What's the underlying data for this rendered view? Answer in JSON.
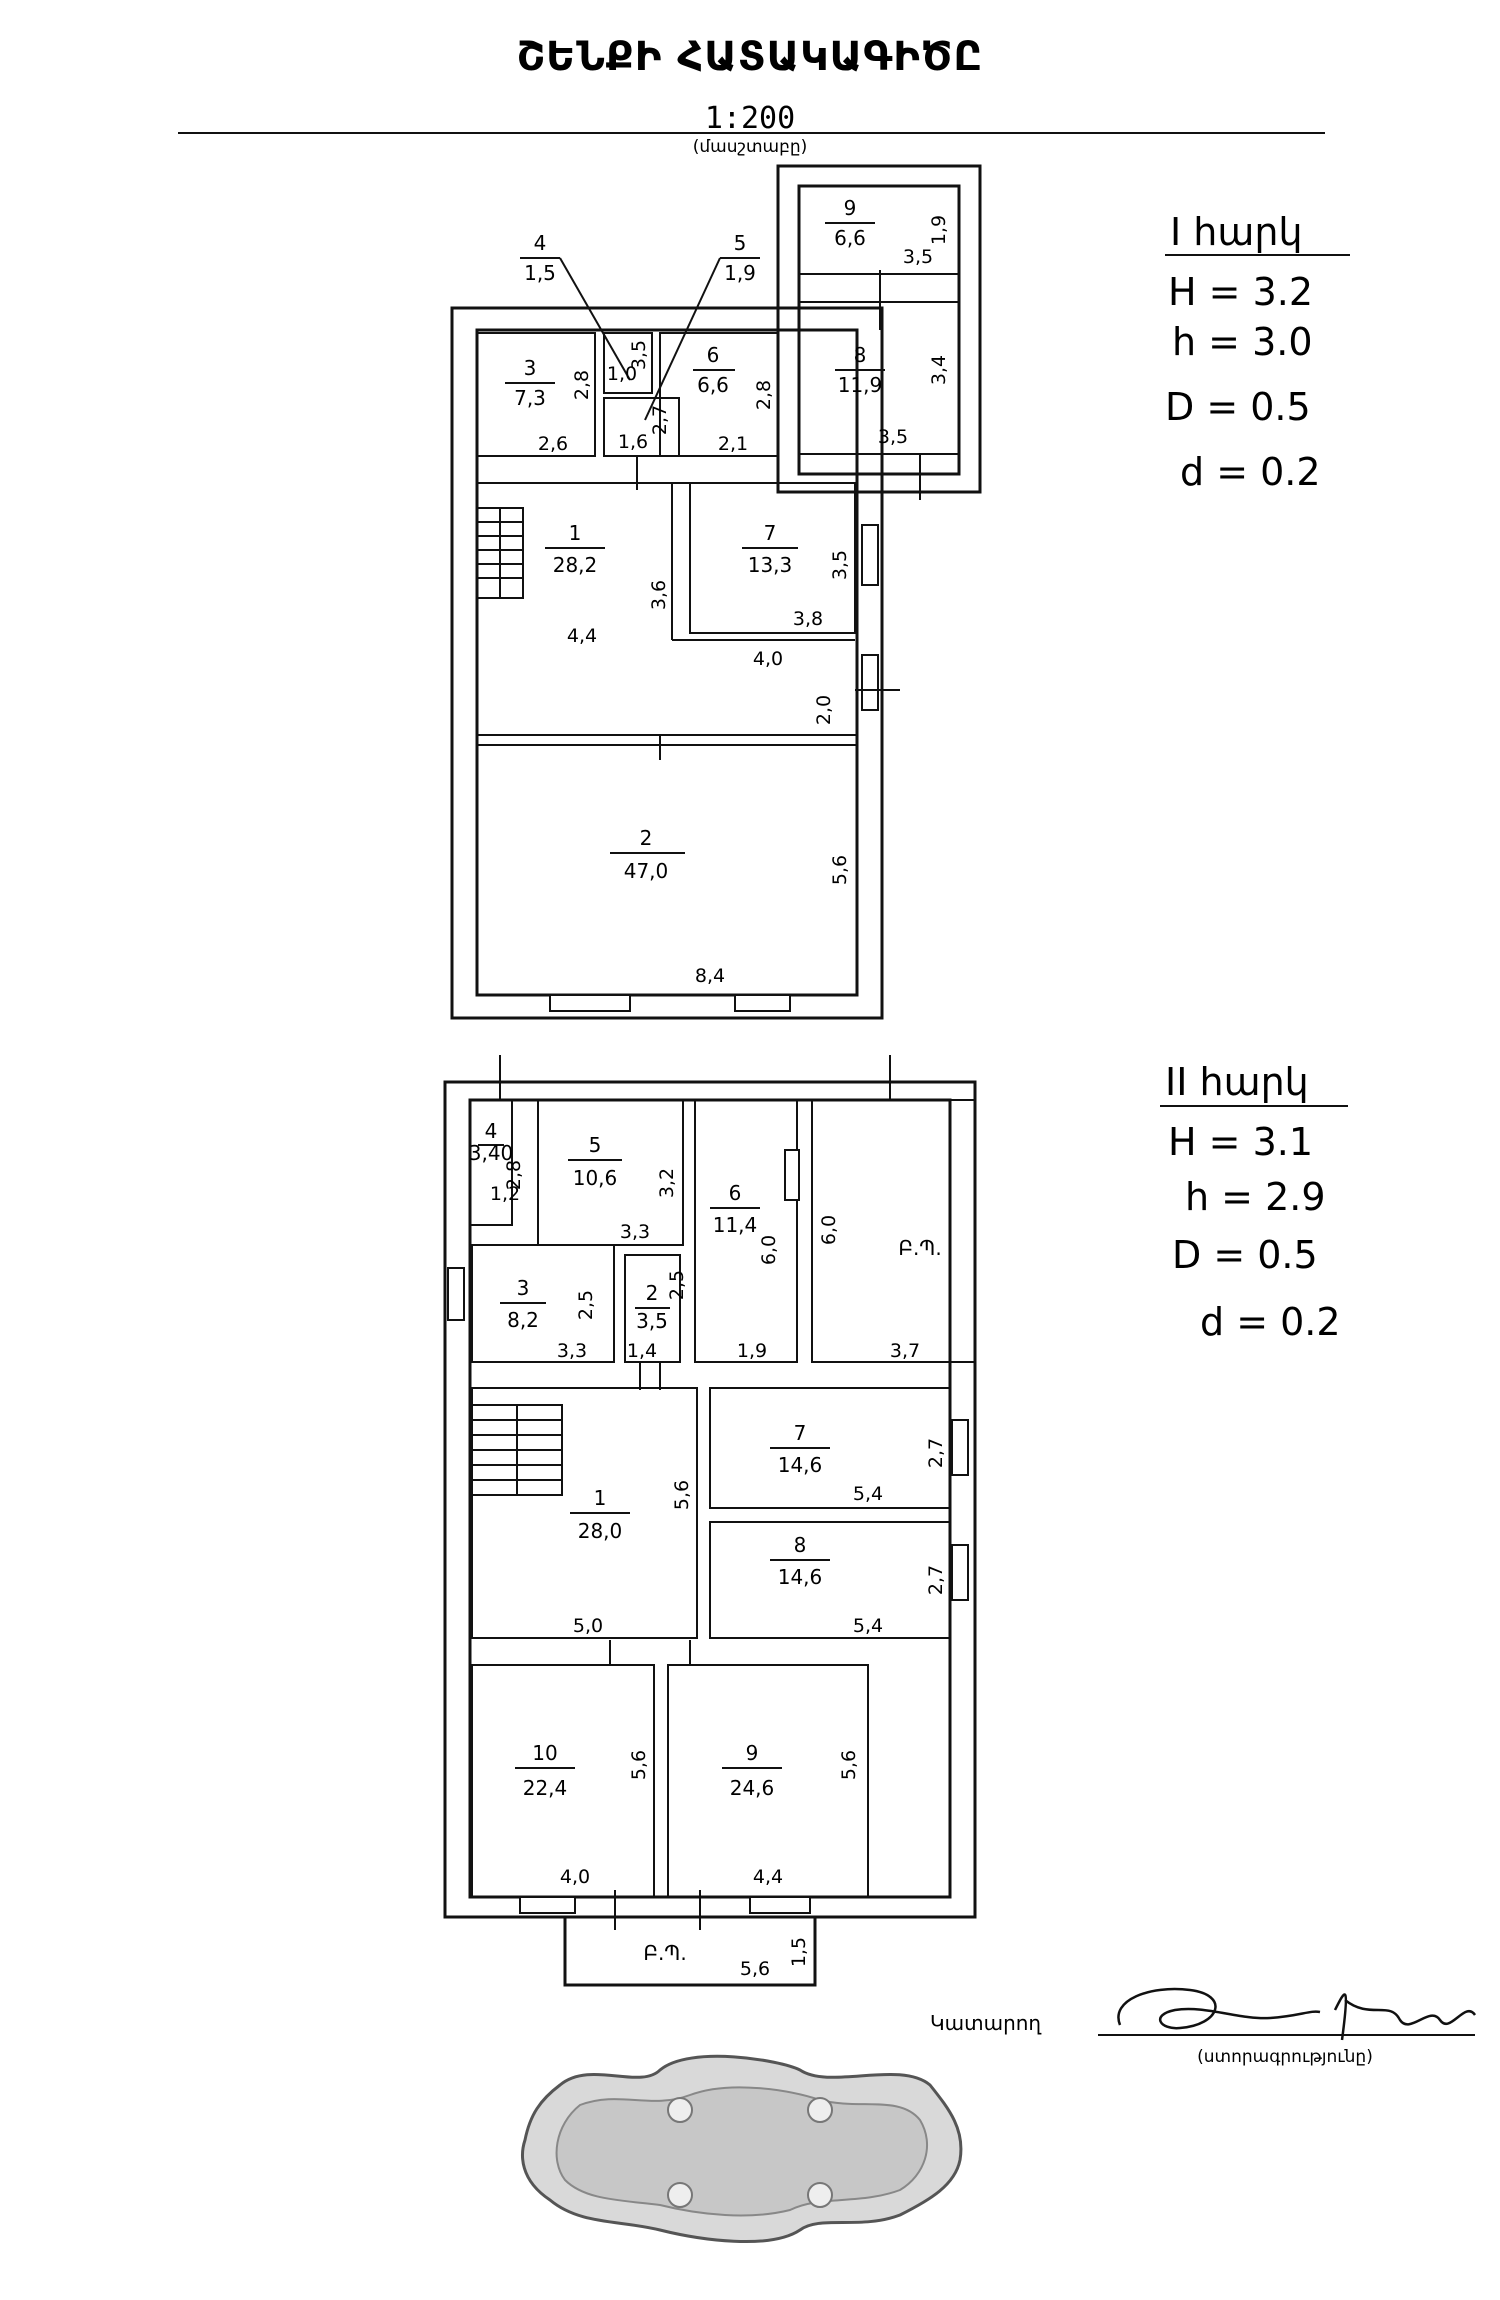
{
  "header": {
    "title": "ՇԵՆՔԻ ՀԱՏԱԿԱԳԻԾԸ",
    "scale": "1:200",
    "scale_caption": "(մասշտաբը)"
  },
  "floor1": {
    "label": "I հարկ",
    "params": [
      "H = 3.2",
      "h = 3.0",
      "D = 0.5",
      "d = 0.2"
    ],
    "rooms": {
      "r1": {
        "no": "1",
        "area": "28,2"
      },
      "r2": {
        "no": "2",
        "area": "47,0"
      },
      "r3": {
        "no": "3",
        "area": "7,3"
      },
      "r4": {
        "no": "4",
        "area": "1,5"
      },
      "r5": {
        "no": "5",
        "area": "1,9"
      },
      "r6": {
        "no": "6",
        "area": "6,6"
      },
      "r7": {
        "no": "7",
        "area": "13,3"
      },
      "r8": {
        "no": "8",
        "area": "11,9"
      },
      "r9": {
        "no": "9",
        "area": "6,6"
      }
    },
    "dims": {
      "d1": "2,8",
      "d2": "2,6",
      "d3": "1,0",
      "d4": "3,5",
      "d5": "2,7",
      "d6": "1,6",
      "d7": "2,1",
      "d8": "2,8",
      "d9": "3,5",
      "d10": "1,9",
      "d11": "3,4",
      "d12": "3,5",
      "d13": "3,6",
      "d14": "3,5",
      "d15": "3,8",
      "d16": "4,4",
      "d17": "4,0",
      "d18": "2,0",
      "d19": "5,6",
      "d20": "8,4"
    }
  },
  "floor2": {
    "label": "II հարկ",
    "params": [
      "H = 3.1",
      "h = 2.9",
      "D = 0.5",
      "d = 0.2"
    ],
    "rooms": {
      "r1": {
        "no": "1",
        "area": "28,0"
      },
      "r2": {
        "no": "2",
        "area": "3,5"
      },
      "r3": {
        "no": "3",
        "area": "8,2"
      },
      "r4": {
        "no": "4",
        "area": "3,40"
      },
      "r5": {
        "no": "5",
        "area": "10,6"
      },
      "r6": {
        "no": "6",
        "area": "11,4"
      },
      "r7": {
        "no": "7",
        "area": "14,6"
      },
      "r8": {
        "no": "8",
        "area": "14,6"
      },
      "r9": {
        "no": "9",
        "area": "24,6"
      },
      "r10": {
        "no": "10",
        "area": "22,4"
      },
      "bp_right": "Բ.Պ.",
      "bp_bottom": "Բ.Պ."
    },
    "dims": {
      "d1": "2,8",
      "d2": "1,2",
      "d3": "3,2",
      "d4": "3,3",
      "d5": "6,0",
      "d6": "6,0",
      "d7": "2,5",
      "d8": "2,5",
      "d9": "3,3",
      "d10": "1,4",
      "d11": "1,9",
      "d12": "3,7",
      "d13": "5,6",
      "d14": "2,7",
      "d15": "5,4",
      "d16": "2,7",
      "d17": "5,4",
      "d18": "5,0",
      "d19": "5,6",
      "d20": "5,6",
      "d21": "4,0",
      "d22": "4,4",
      "d23": "1,5",
      "d24": "5,6"
    }
  },
  "footer": {
    "executor_label": "Կատարող",
    "signature_caption": "(ստորագրությունը)"
  }
}
